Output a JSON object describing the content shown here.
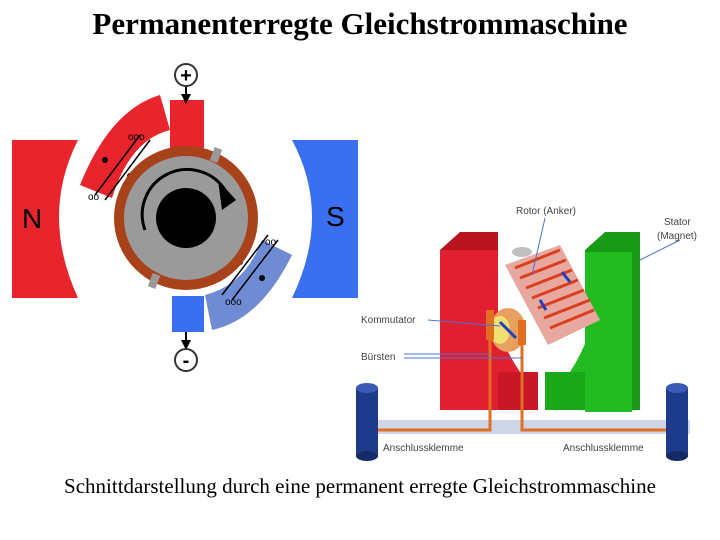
{
  "slide": {
    "title": "Permanenterregte Gleichstrommaschine",
    "caption": "Schnittdarstellung durch eine permanent erregte Gleichstrommaschine"
  },
  "left_diagram": {
    "plus_terminal": "+",
    "minus_terminal": "-",
    "north_pole": "N",
    "south_pole": "S",
    "colors": {
      "north": "#e8242c",
      "south": "#3a6ff0",
      "rotor": "#9a9a9a",
      "commutator": "#a8421a",
      "brush": "#5f7cc4"
    }
  },
  "right_diagram": {
    "labels": {
      "rotor": "Rotor (Anker)",
      "stator_line1": "Stator",
      "stator_line2": "(Magnet)",
      "commutator": "Kommutator",
      "brushes": "Bürsten",
      "terminal_left": "Anschlussklemme",
      "terminal_right": "Anschlussklemme"
    },
    "colors": {
      "stator_red": "#e02030",
      "stator_green": "#22bb22",
      "terminal": "#1e3a8a"
    }
  }
}
